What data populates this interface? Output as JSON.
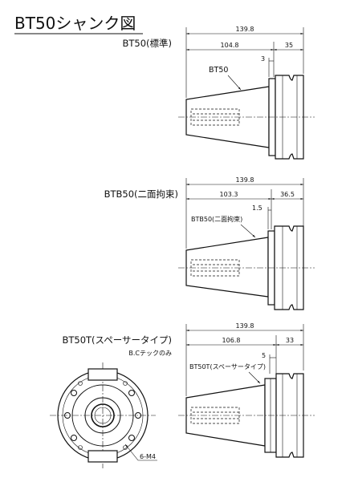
{
  "title": "BT50シャンク図",
  "sections": [
    {
      "heading": "BT50(標準)",
      "overall": "139.8",
      "left_dim": "104.8",
      "right_dim": "35",
      "gap_dim": "3",
      "callout": "BT50"
    },
    {
      "heading": "BTB50(二面拘束)",
      "overall": "139.8",
      "left_dim": "103.3",
      "right_dim": "36.5",
      "gap_dim": "1.5",
      "callout": "BTB50(二面拘束)"
    },
    {
      "heading": "BT50T(スペーサータイプ)",
      "subheading": "B.Cテックのみ",
      "overall": "139.8",
      "left_dim": "106.8",
      "right_dim": "33",
      "gap_dim": "5",
      "callout": "BT50T(スペーサータイプ)",
      "end_view_label": "6-M4"
    }
  ]
}
